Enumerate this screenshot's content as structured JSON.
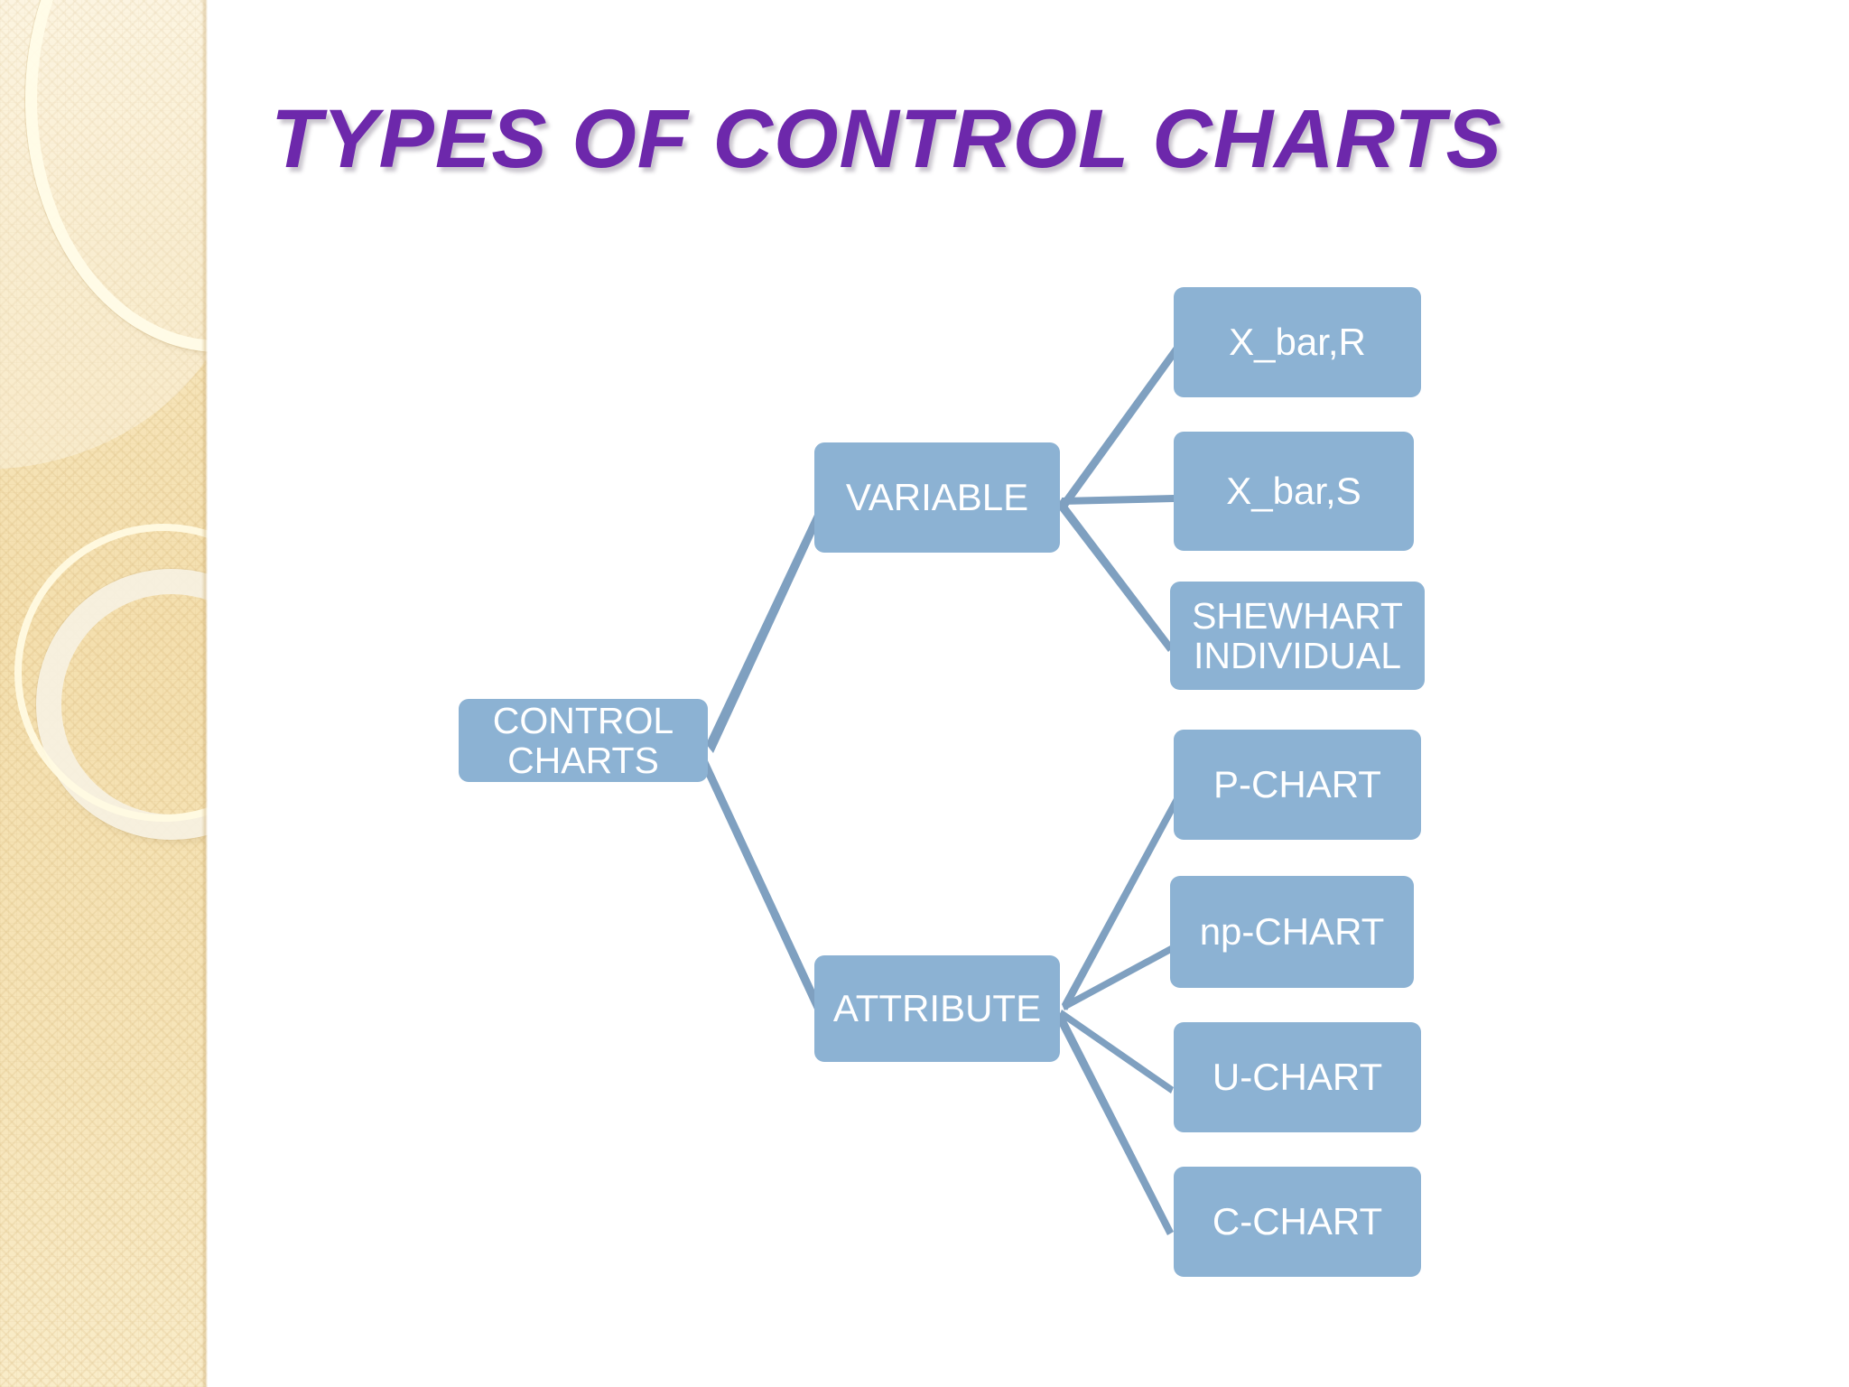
{
  "slide": {
    "title": "TYPES OF CONTROL CHARTS",
    "title_color": "#6d28ab",
    "background_color": "#ffffff",
    "accent_band_color": "#f4dfae",
    "node_fill_color": "#8cb2d3",
    "node_text_color": "#ffffff",
    "connector_color": "#7fa0c0"
  },
  "chart_data": {
    "type": "diagram",
    "title": "TYPES OF CONTROL CHARTS",
    "layout": "horizontal-tree-left-to-right",
    "root": "CONTROL CHARTS",
    "nodes": [
      {
        "id": "root",
        "label": "CONTROL CHARTS",
        "level": 0
      },
      {
        "id": "variable",
        "label": "VARIABLE",
        "level": 1
      },
      {
        "id": "attribute",
        "label": "ATTRIBUTE",
        "level": 1
      },
      {
        "id": "xbar_r",
        "label": "X_bar,R",
        "level": 2
      },
      {
        "id": "xbar_s",
        "label": "X_bar,S",
        "level": 2
      },
      {
        "id": "shewhart",
        "label": "SHEWHART INDIVIDUAL",
        "level": 2
      },
      {
        "id": "p_chart",
        "label": "P-CHART",
        "level": 2
      },
      {
        "id": "np_chart",
        "label": "np-CHART",
        "level": 2
      },
      {
        "id": "u_chart",
        "label": "U-CHART",
        "level": 2
      },
      {
        "id": "c_chart",
        "label": "C-CHART",
        "level": 2
      }
    ],
    "edges": [
      {
        "from": "root",
        "to": "variable"
      },
      {
        "from": "root",
        "to": "attribute"
      },
      {
        "from": "variable",
        "to": "xbar_r"
      },
      {
        "from": "variable",
        "to": "xbar_s"
      },
      {
        "from": "variable",
        "to": "shewhart"
      },
      {
        "from": "attribute",
        "to": "p_chart"
      },
      {
        "from": "attribute",
        "to": "np_chart"
      },
      {
        "from": "attribute",
        "to": "u_chart"
      },
      {
        "from": "attribute",
        "to": "c_chart"
      }
    ],
    "branches": [
      {
        "name": "VARIABLE",
        "children": [
          "X_bar,R",
          "X_bar,S",
          "SHEWHART INDIVIDUAL"
        ]
      },
      {
        "name": "ATTRIBUTE",
        "children": [
          "P-CHART",
          "np-CHART",
          "U-CHART",
          "C-CHART"
        ]
      }
    ]
  },
  "labels": {
    "root": "CONTROL CHARTS",
    "root_line1": "CONTROL",
    "root_line2": "CHARTS",
    "variable": "VARIABLE",
    "attribute": "ATTRIBUTE",
    "xbar_r": "X_bar,R",
    "xbar_s": "X_bar,S",
    "shewhart_line1": "SHEWHART",
    "shewhart_line2": "INDIVIDUAL",
    "p_chart": "P-CHART",
    "np_chart": "np-CHART",
    "u_chart": "U-CHART",
    "c_chart": "C-CHART"
  }
}
